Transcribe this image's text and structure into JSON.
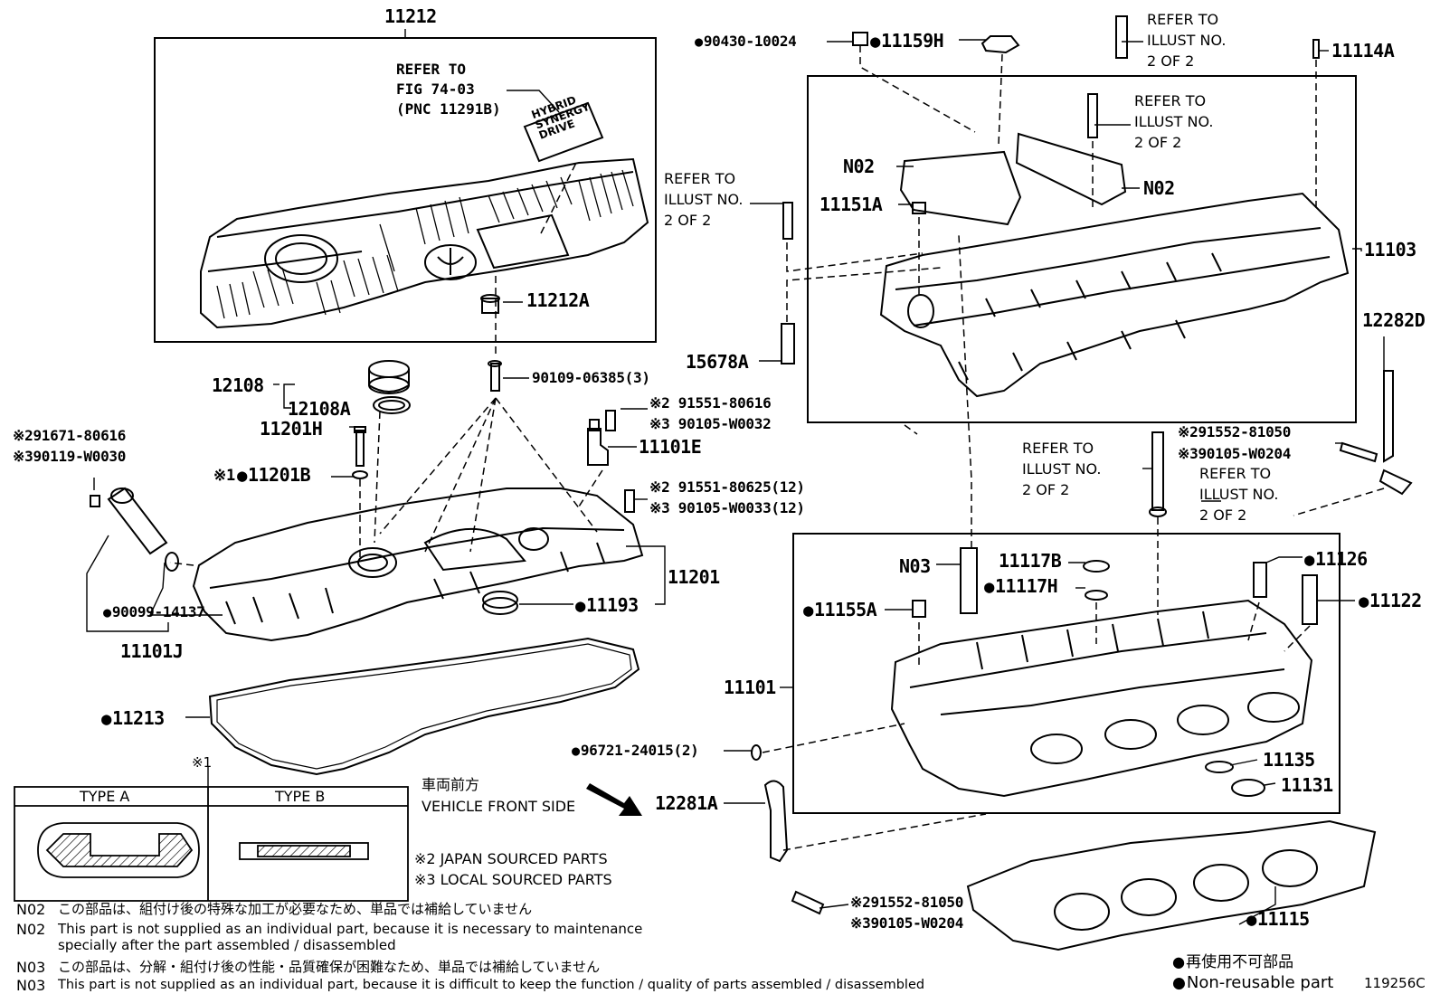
{
  "labels": {
    "l11212": "11212",
    "l11212a": "11212A",
    "l12108": "12108",
    "l12108a": "12108A",
    "l11201h": "11201H",
    "l11201b": "11201B",
    "l11201b_pre": "※1",
    "l11201": "11201",
    "l11193": "11193",
    "l11213": "11213",
    "l11101e": "11101E",
    "l11101j": "11101J",
    "l90099": "90099-14137",
    "l91671": "※291671-80616",
    "l90119": "※390119-W0030",
    "l90109": "90109-06385(3)",
    "l91551a": "※2 91551-80616",
    "l90105a": "※3 90105-W0032",
    "l91551b": "※2 91551-80625(12)",
    "l90105b": "※3 90105-W0033(12)",
    "l90430": "90430-10024",
    "l11159h": "11159H",
    "l11114a": "11114A",
    "l11151a": "11151A",
    "l15678a": "15678A",
    "l11103": "11103",
    "l12282d": "12282D",
    "l91552a": "※291552-81050",
    "l90105c": "※390105-W0204",
    "l11117b": "11117B",
    "l11117h": "11117H",
    "l11126": "11126",
    "l11122": "11122",
    "l11155a": "11155A",
    "l11101": "11101",
    "l96721": "96721-24015(2)",
    "l11135": "11135",
    "l11131": "11131",
    "l12281a": "12281A",
    "l91552b": "※291552-81050",
    "l90105d": "※390105-W0204",
    "l11115": "11115",
    "n02a": "N02",
    "n02b": "N02",
    "n03": "N03",
    "x1": "※1"
  },
  "refer": {
    "fig": [
      "REFER TO",
      "FIG 74-03",
      "(PNC 11291B)"
    ],
    "illust_top": [
      "REFER TO",
      "ILLUST NO.",
      "2 OF 2"
    ],
    "illust_mid": [
      "REFER TO",
      "ILLUST NO.",
      "2 OF 2"
    ],
    "illust_left": [
      "REFER TO",
      "ILLUST NO.",
      "2 OF 2"
    ],
    "illust_head": [
      "REFER TO",
      "ILLUST NO.",
      "2 OF 2"
    ],
    "illust_right": [
      "REFER TO",
      "ILLUST NO.",
      "2 OF 2"
    ]
  },
  "badge": [
    "HYBRID",
    "SYNERGY",
    "DRIVE"
  ],
  "types": {
    "a": "TYPE A",
    "b": "TYPE B"
  },
  "front": {
    "jp": "車両前方",
    "en": "VEHICLE FRONT SIDE"
  },
  "sourced": {
    "japan": "※2 JAPAN SOURCED PARTS",
    "local": "※3 LOCAL SOURCED PARTS"
  },
  "notes": {
    "n02_code_1": "N02",
    "n02_jp": "この部品は、組付け後の特殊な加工が必要なため、単品では補給していません",
    "n02_code_2": "N02",
    "n02_en_1": "This part is not supplied as an individual part, because it is necessary to maintenance",
    "n02_en_2": "specially after the part assembled / disassembled",
    "n03_code_1": "N03",
    "n03_jp": "この部品は、分解・組付け後の性能・品質確保が困難なため、単品では補給していません",
    "n03_code_2": "N03",
    "n03_en": "This part is not supplied as an individual part, because it is difficult to keep the function / quality of parts  assembled / disassembled"
  },
  "legend": {
    "jp": "再使用不可部品",
    "en": "Non-reusable part"
  },
  "figure_id": "119256C"
}
